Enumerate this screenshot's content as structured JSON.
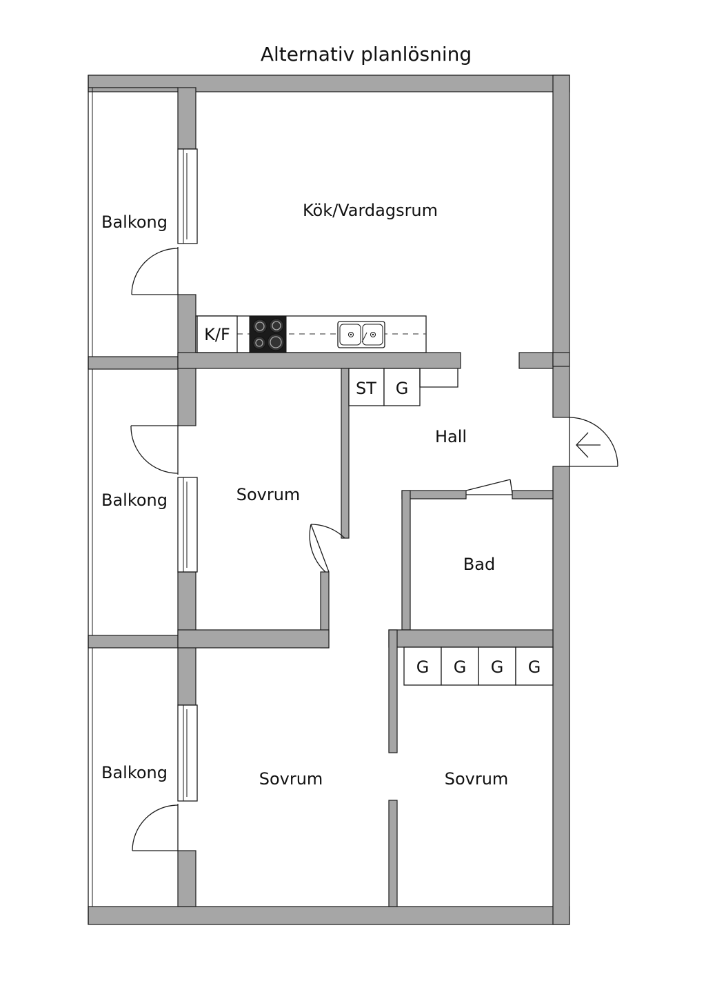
{
  "title": "Alternativ planlösning",
  "rooms": {
    "kitchen_living": "Kök/Vardagsrum",
    "balcony_top": "Balkong",
    "balcony_middle": "Balkong",
    "balcony_bottom": "Balkong",
    "bedroom_middle": "Sovrum",
    "bedroom_bottom_left": "Sovrum",
    "bedroom_bottom_right": "Sovrum",
    "hall": "Hall",
    "bath": "Bad"
  },
  "fixtures": {
    "fridge_freezer": "K/F",
    "st": "ST",
    "wardrobe_hall": "G",
    "wardrobes": [
      "G",
      "G",
      "G",
      "G"
    ]
  }
}
